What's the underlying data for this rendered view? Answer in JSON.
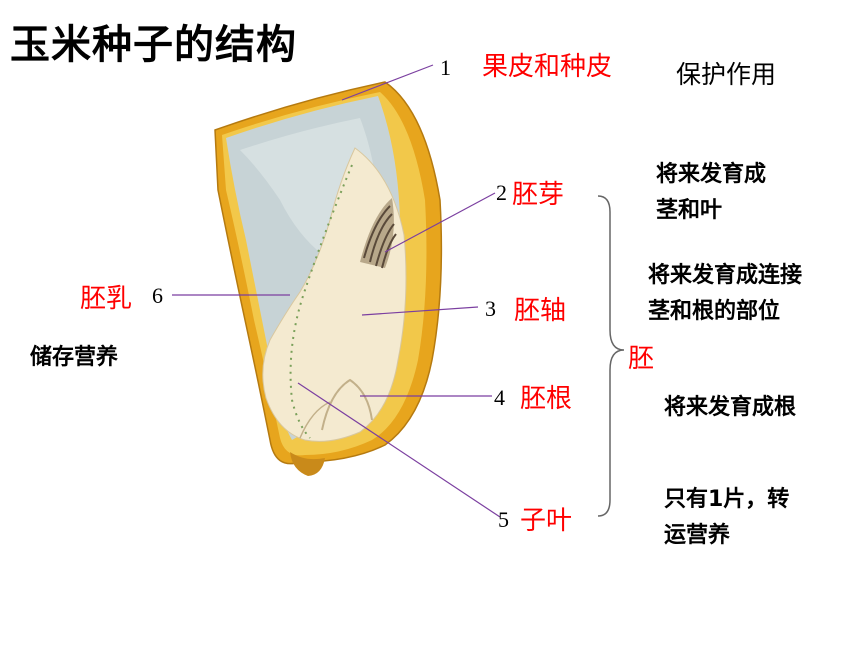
{
  "title": "玉米种子的结构",
  "labels": {
    "l1": {
      "num": "1",
      "name": "果皮和种皮",
      "desc": "保护作用"
    },
    "l2": {
      "num": "2",
      "name": "胚芽",
      "desc_line1": "将来发育成",
      "desc_line2": "茎和叶"
    },
    "l3": {
      "num": "3",
      "name": "胚轴",
      "desc_line1": "将来发育成连接",
      "desc_line2": "茎和根的部位"
    },
    "l4": {
      "num": "4",
      "name": "胚根",
      "desc": "将来发育成根"
    },
    "l5": {
      "num": "5",
      "name": "子叶",
      "desc_line1": "只有1片，转",
      "desc_line2": "运营养"
    },
    "l6": {
      "num": "6",
      "name": "胚乳",
      "desc": "储存营养"
    }
  },
  "group_label": "胚",
  "colors": {
    "label_red": "#ff0000",
    "line_purple": "#7b3fa0",
    "brace_gray": "#666666"
  }
}
